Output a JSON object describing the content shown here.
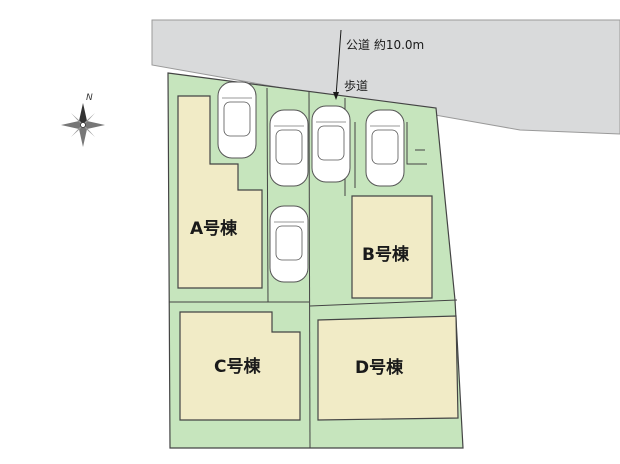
{
  "road": {
    "label": "公道 約10.0m",
    "sidewalk_label": "歩道"
  },
  "compass": {
    "north_label": "N"
  },
  "buildings": [
    {
      "id": "a",
      "label": "A号棟"
    },
    {
      "id": "b",
      "label": "B号棟"
    },
    {
      "id": "c",
      "label": "C号棟"
    },
    {
      "id": "d",
      "label": "D号棟"
    }
  ],
  "colors": {
    "road": "#d9dadb",
    "lot": "#c6e5bd",
    "building": "#f1ebc6",
    "line": "#444444",
    "car": "#ffffff"
  }
}
